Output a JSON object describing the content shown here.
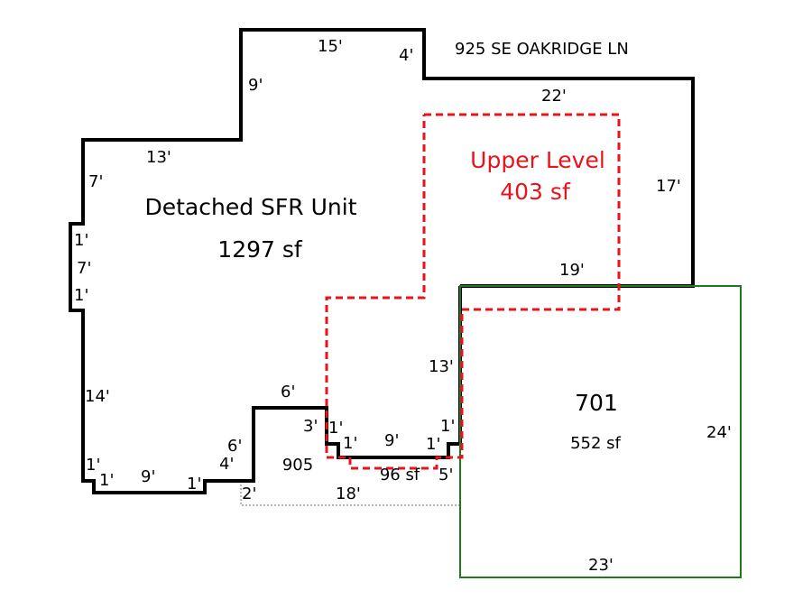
{
  "address": "925 SE OAKRIDGE LN",
  "areas": {
    "main": {
      "name": "Detached SFR Unit",
      "area": "1297 sf"
    },
    "upper": {
      "name": "Upper Level",
      "area": "403 sf"
    },
    "garage": {
      "name": "701",
      "area": "552 sf"
    },
    "porch": {
      "name": "905",
      "area": "96 sf"
    }
  },
  "dims": [
    "15'",
    "4'",
    "9'",
    "22'",
    "13'",
    "7'",
    "17'",
    "1'",
    "7'",
    "1'",
    "19'",
    "13'",
    "14'",
    "6'",
    "24'",
    "3'",
    "1'",
    "1'",
    "9'",
    "1'",
    "1'",
    "6'",
    "4'",
    "5'",
    "1'",
    "1'",
    "9'",
    "1'",
    "2'",
    "18'",
    "23'"
  ],
  "colors": {
    "main_outline": "#000000",
    "upper_outline": "#e8131b",
    "garage_outline": "#1f7a1f",
    "porch_outline": "#888888"
  }
}
